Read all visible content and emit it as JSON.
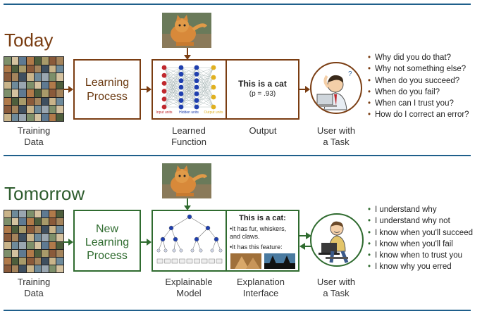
{
  "today": {
    "title": "Today",
    "training_label": [
      "Training",
      "Data"
    ],
    "process_label": [
      "Learning",
      "Process"
    ],
    "function_label": [
      "Learned",
      "Function"
    ],
    "output_label": "Output",
    "output_title": "This is a cat",
    "output_prob": "(p = .93)",
    "user_label": [
      "User with",
      "a Task"
    ],
    "nn_labels": [
      "Input units",
      "Hidden units",
      "Output units"
    ],
    "questions": [
      "Why did you do that?",
      "Why not something else?",
      "When do you succeed?",
      "When do you fail?",
      "When can I trust you?",
      "How do I correct an error?"
    ]
  },
  "tomorrow": {
    "title": "Tomorrow",
    "training_label": [
      "Training",
      "Data"
    ],
    "process_label": [
      "New",
      "Learning",
      "Process"
    ],
    "model_label": [
      "Explainable",
      "Model"
    ],
    "interface_label": [
      "Explanation",
      "Interface"
    ],
    "interface_title": "This is a cat:",
    "interface_points": [
      "•It has fur, whiskers, and claws.",
      "•It has this feature:"
    ],
    "user_label": [
      "User with",
      "a Task"
    ],
    "statements": [
      "I understand why",
      "I understand why not",
      "I know when you'll succeed",
      "I know when you'll fail",
      "I know when to trust you",
      "I know why you erred"
    ]
  },
  "colors": {
    "today": "#7a3d12",
    "tomorrow": "#2f6b2f",
    "rule": "#1f5f8b"
  }
}
